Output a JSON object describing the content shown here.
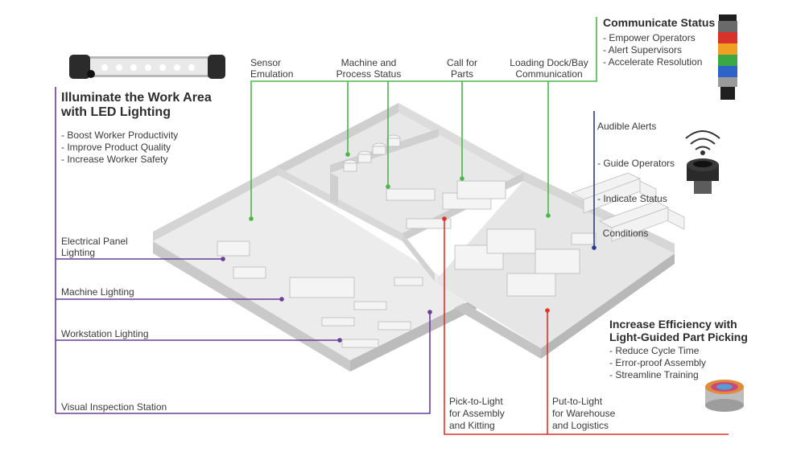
{
  "colors": {
    "green": "#4cb648",
    "purple": "#6a3d98",
    "red": "#e0312b",
    "navy": "#2a3a8c",
    "floor": "#e9e9e9",
    "wall": "#d0d0d0"
  },
  "led": {
    "title_line1": "Illuminate the Work Area",
    "title_line2": "with LED Lighting",
    "items": [
      "- Boost Worker Productivity",
      "- Improve Product Quality",
      "- Increase Worker Safety"
    ]
  },
  "comm": {
    "title": "Communicate Status",
    "items": [
      "- Empower Operators",
      "- Alert Supervisors",
      "- Accelerate Resolution"
    ]
  },
  "audible": {
    "title": "Audible Alerts",
    "items": [
      "- Guide Operators",
      "- Indicate Status",
      "  Conditions"
    ]
  },
  "efficiency": {
    "title_line1": "Increase Efficiency with",
    "title_line2": "Light-Guided Part Picking",
    "items": [
      "- Reduce Cycle Time",
      "- Error-proof Assembly",
      "- Streamline Training"
    ]
  },
  "top_labels": {
    "sensor": [
      "Sensor",
      "Emulation"
    ],
    "machine": [
      "Machine and",
      "Process Status"
    ],
    "call": [
      "Call for",
      "Parts"
    ],
    "dock": [
      "Loading Dock/Bay",
      "Communication"
    ]
  },
  "left_labels": {
    "panel": [
      "Electrical Panel",
      "Lighting"
    ],
    "machine": "Machine Lighting",
    "workstation": "Workstation Lighting",
    "inspection": "Visual Inspection Station"
  },
  "bottom_labels": {
    "pick": [
      "Pick-to-Light",
      "for Assembly",
      "and Kitting"
    ],
    "put": [
      "Put-to-Light",
      "for Warehouse",
      "and Logistics"
    ]
  },
  "icons": {
    "led_bar": "led-light-bar-icon",
    "tower": "stack-light-tower-icon",
    "wifi": "wireless-signal-icon",
    "buzzer": "audible-buzzer-icon",
    "pick_sensor": "pick-to-light-sensor-icon"
  }
}
